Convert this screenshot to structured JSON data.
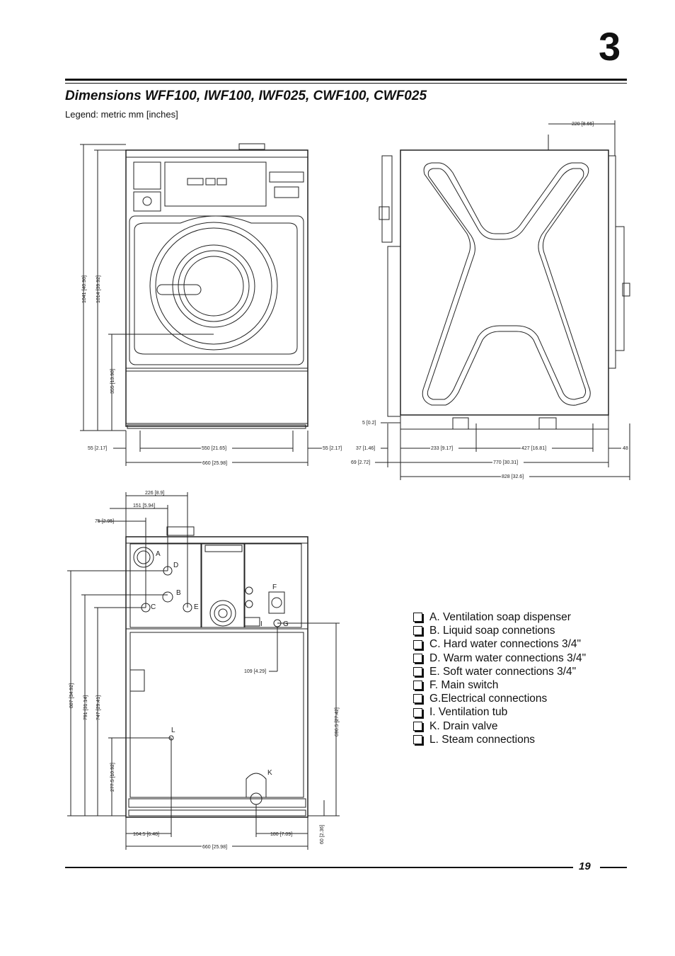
{
  "chapter": "3",
  "title": "Dimensions WFF100, IWF100, IWF025, CWF100, CWF025",
  "legend_note": "Legend: metric mm [inches]",
  "dims": {
    "front_h_total": "1041 [40.98]",
    "front_h_body": "1014 [39.92]",
    "front_h_door": "355 [13.98]",
    "front_w_left": "55 [2.17]",
    "front_w_mid": "550 [21.65]",
    "front_w_right": "55 [2.17]",
    "front_w_total": "660 [25.98]",
    "side_top": "220 [8.66]",
    "side_5": "5 [0.2]",
    "side_37": "37 [1.46]",
    "side_233": "233 [9.17]",
    "side_427": "427 [16.81]",
    "side_48": "48",
    "side_69": "69 [2.72]",
    "side_770": "770 [30.31]",
    "side_828": "828 [32.6]",
    "rear_226": "226 [8.9]",
    "rear_151": "151 [5.94]",
    "rear_75": "75 [2.95]",
    "rear_887": "887 [34.92]",
    "rear_791": "791 [31.14]",
    "rear_747": "747 [29.41]",
    "rear_2775": "277.5 [10.92]",
    "rear_6965": "696.5 [27.42]",
    "rear_109": "109 [4.29]",
    "rear_1645": "164.5 [6.48]",
    "rear_180": "180 [7.09]",
    "rear_60": "60 [2.36]",
    "rear_660": "660 [25.98]"
  },
  "points": {
    "A": "A",
    "B": "B",
    "C": "C",
    "D": "D",
    "E": "E",
    "F": "F",
    "G": "G",
    "I": "I",
    "K": "K",
    "L": "L"
  },
  "legend": [
    "A. Ventilation soap dispenser",
    "B. Liquid soap connetions",
    "C. Hard water connections 3/4\"",
    "D. Warm water connections 3/4\"",
    "E. Soft water connections 3/4\"",
    "F. Main switch",
    "G.Electrical connections",
    "I.  Ventilation tub",
    "K. Drain valve",
    "L. Steam connections"
  ],
  "page_number": "19"
}
